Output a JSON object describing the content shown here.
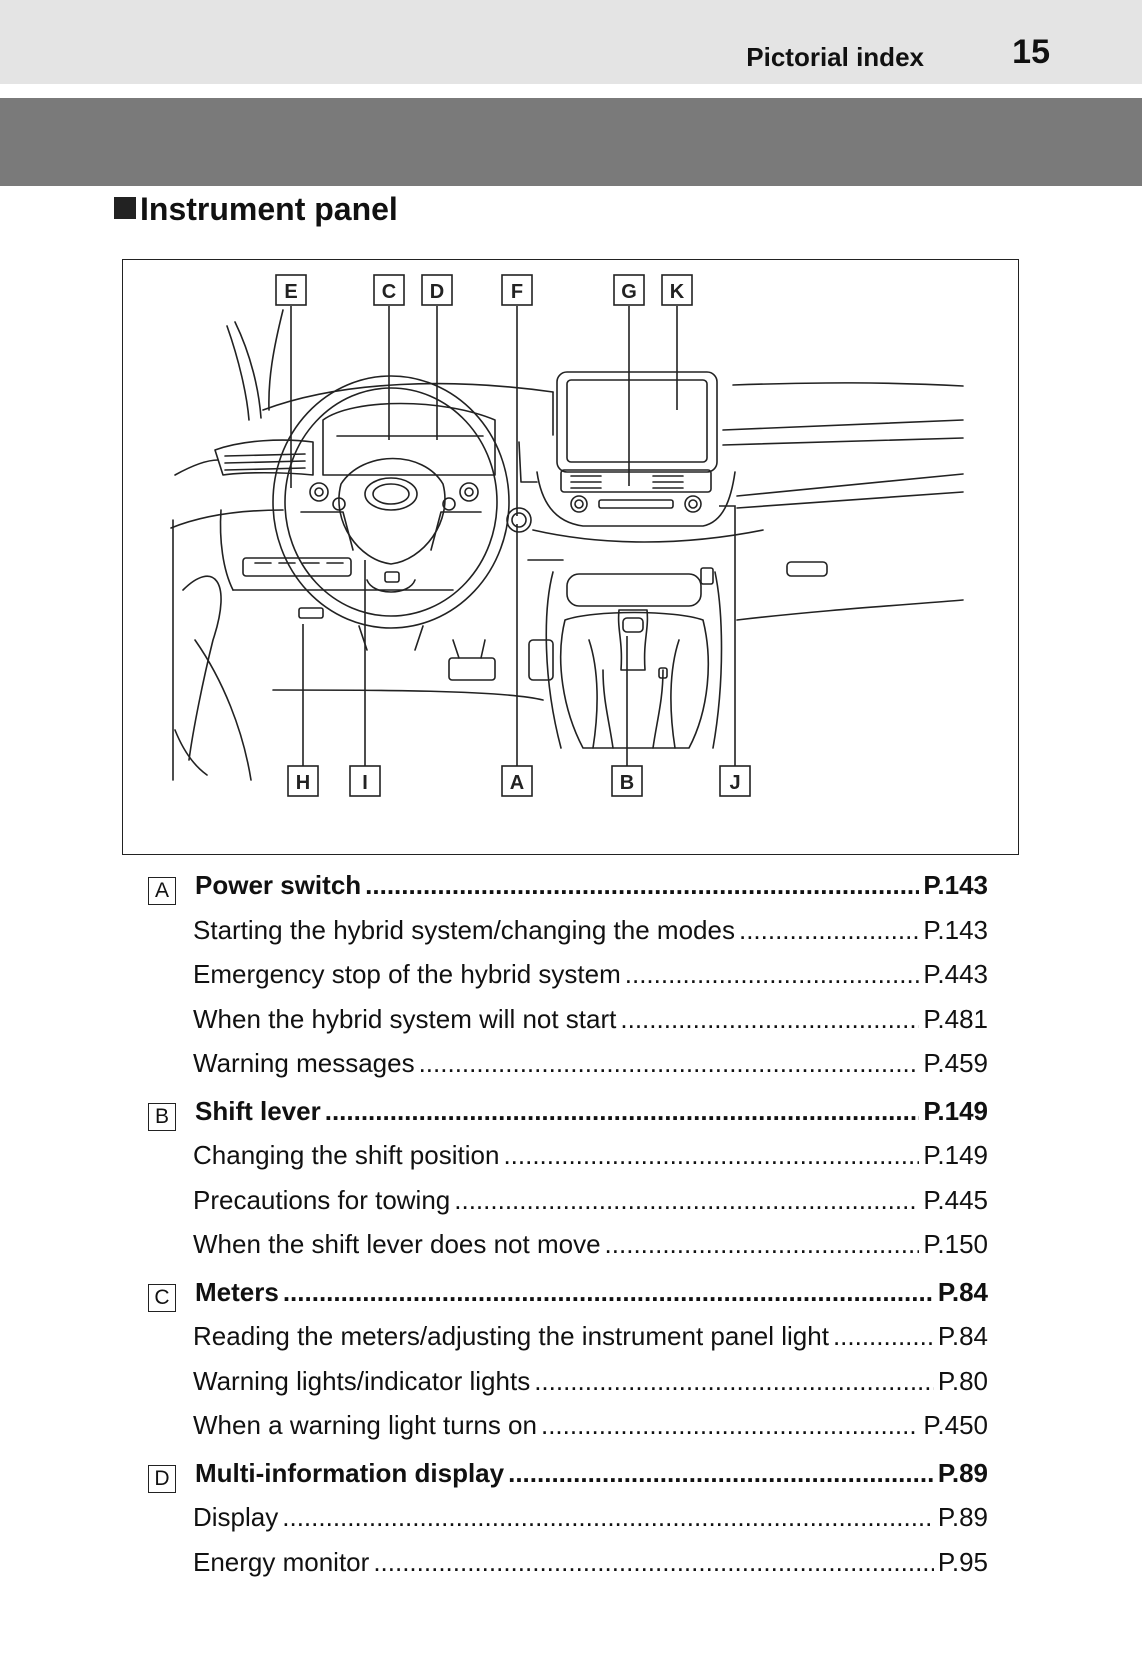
{
  "header": {
    "section": "Pictorial index",
    "page_number": "15"
  },
  "heading": "Instrument panel",
  "figure": {
    "callouts": [
      "E",
      "C",
      "D",
      "F",
      "G",
      "K",
      "H",
      "I",
      "A",
      "B",
      "J"
    ]
  },
  "entries": [
    {
      "letter": "A",
      "title": "Power switch",
      "page": "P.143",
      "items": [
        {
          "text": "Starting the hybrid system/changing the modes",
          "page": "P.143"
        },
        {
          "text": "Emergency stop of the hybrid system",
          "page": "P.443"
        },
        {
          "text": "When the hybrid system will not start",
          "page": "P.481"
        },
        {
          "text": "Warning messages",
          "page": "P.459"
        }
      ]
    },
    {
      "letter": "B",
      "title": "Shift lever",
      "page": "P.149",
      "items": [
        {
          "text": "Changing the shift position",
          "page": "P.149"
        },
        {
          "text": "Precautions for towing",
          "page": "P.445"
        },
        {
          "text": "When the shift lever does not move",
          "page": "P.150"
        }
      ]
    },
    {
      "letter": "C",
      "title": "Meters",
      "page": "P.84",
      "items": [
        {
          "text": "Reading the meters/adjusting the instrument panel light",
          "page": "P.84"
        },
        {
          "text": "Warning lights/indicator lights",
          "page": "P.80"
        },
        {
          "text": "When a warning light turns on",
          "page": "P.450"
        }
      ]
    },
    {
      "letter": "D",
      "title": "Multi-information display",
      "page": "P.89",
      "items": [
        {
          "text": "Display",
          "page": "P.89"
        },
        {
          "text": "Energy monitor",
          "page": "P.95"
        }
      ]
    }
  ]
}
